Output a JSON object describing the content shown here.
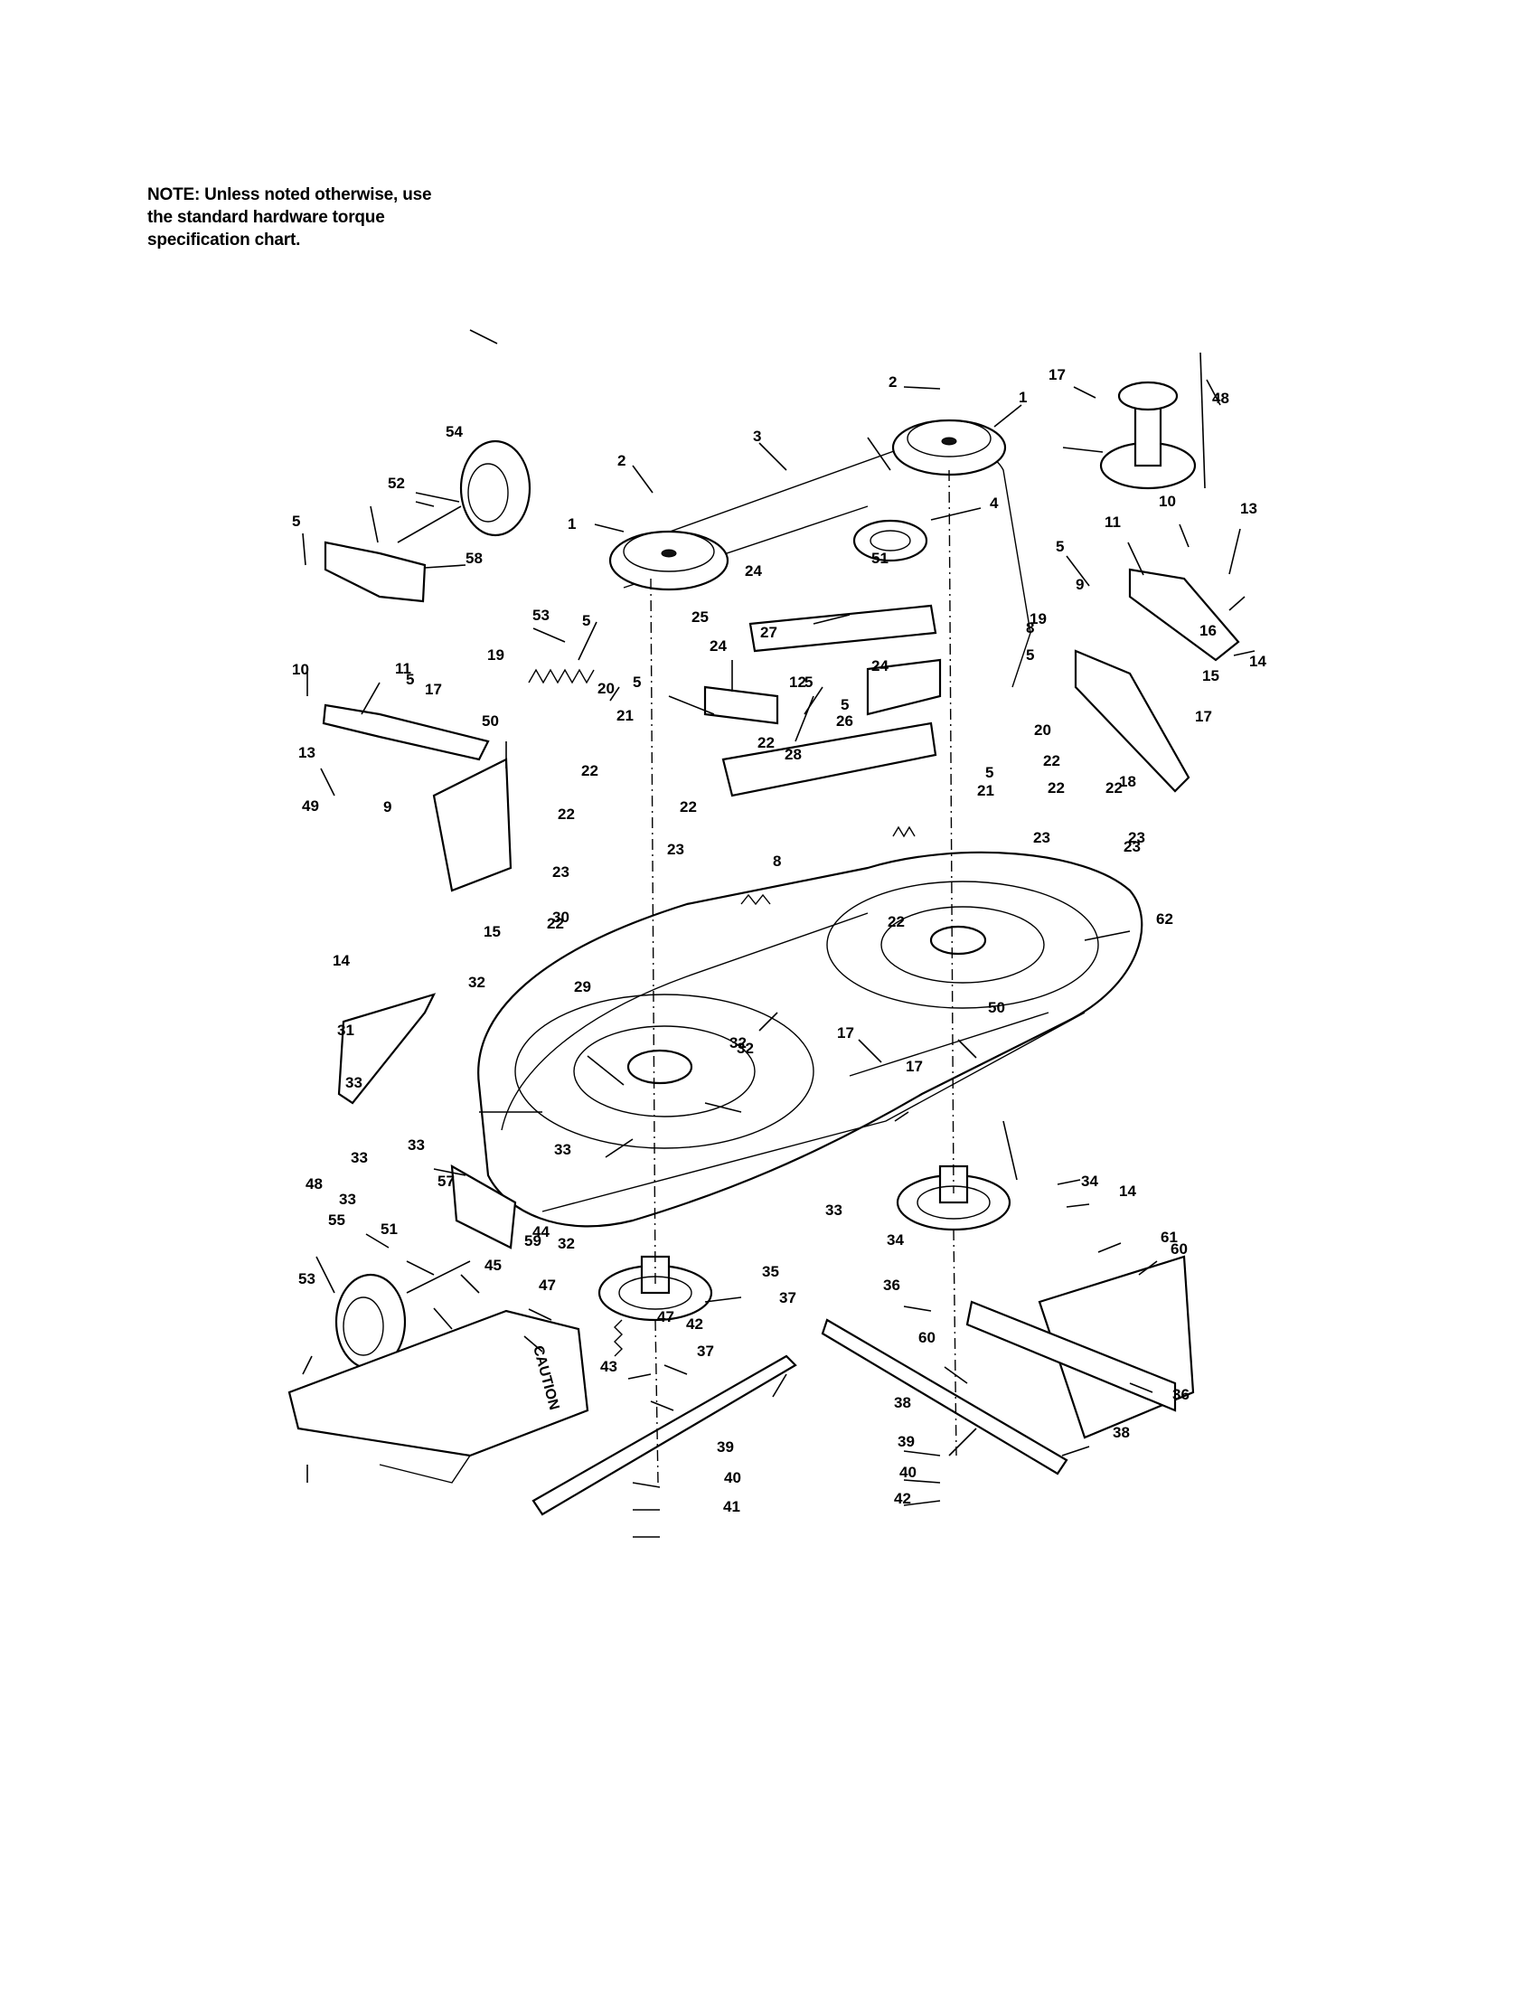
{
  "note": {
    "line1": "NOTE: Unless noted otherwise, use",
    "line2": "the standard hardware torque",
    "line3": "specification chart."
  },
  "decal_text": "CAUTION",
  "callouts": [
    "1",
    "1",
    "2",
    "2",
    "3",
    "4",
    "5",
    "5",
    "5",
    "5",
    "5",
    "5",
    "5",
    "5",
    "5",
    "8",
    "8",
    "9",
    "9",
    "10",
    "10",
    "11",
    "11",
    "12",
    "13",
    "13",
    "14",
    "14",
    "14",
    "15",
    "15",
    "16",
    "17",
    "17",
    "17",
    "17",
    "17",
    "18",
    "19",
    "19",
    "20",
    "20",
    "21",
    "21",
    "22",
    "22",
    "22",
    "22",
    "22",
    "22",
    "22",
    "22",
    "22",
    "23",
    "23",
    "23",
    "23",
    "23",
    "24",
    "24",
    "24",
    "25",
    "26",
    "27",
    "28",
    "29",
    "30",
    "31",
    "32",
    "32",
    "32",
    "32",
    "33",
    "33",
    "33",
    "33",
    "33",
    "33",
    "34",
    "34",
    "35",
    "36",
    "36",
    "37",
    "37",
    "38",
    "38",
    "39",
    "39",
    "40",
    "40",
    "41",
    "42",
    "42",
    "43",
    "44",
    "45",
    "47",
    "47",
    "48",
    "48",
    "49",
    "50",
    "50",
    "51",
    "51",
    "52",
    "53",
    "53",
    "54",
    "55",
    "57",
    "58",
    "59",
    "60",
    "60",
    "61",
    "62"
  ]
}
